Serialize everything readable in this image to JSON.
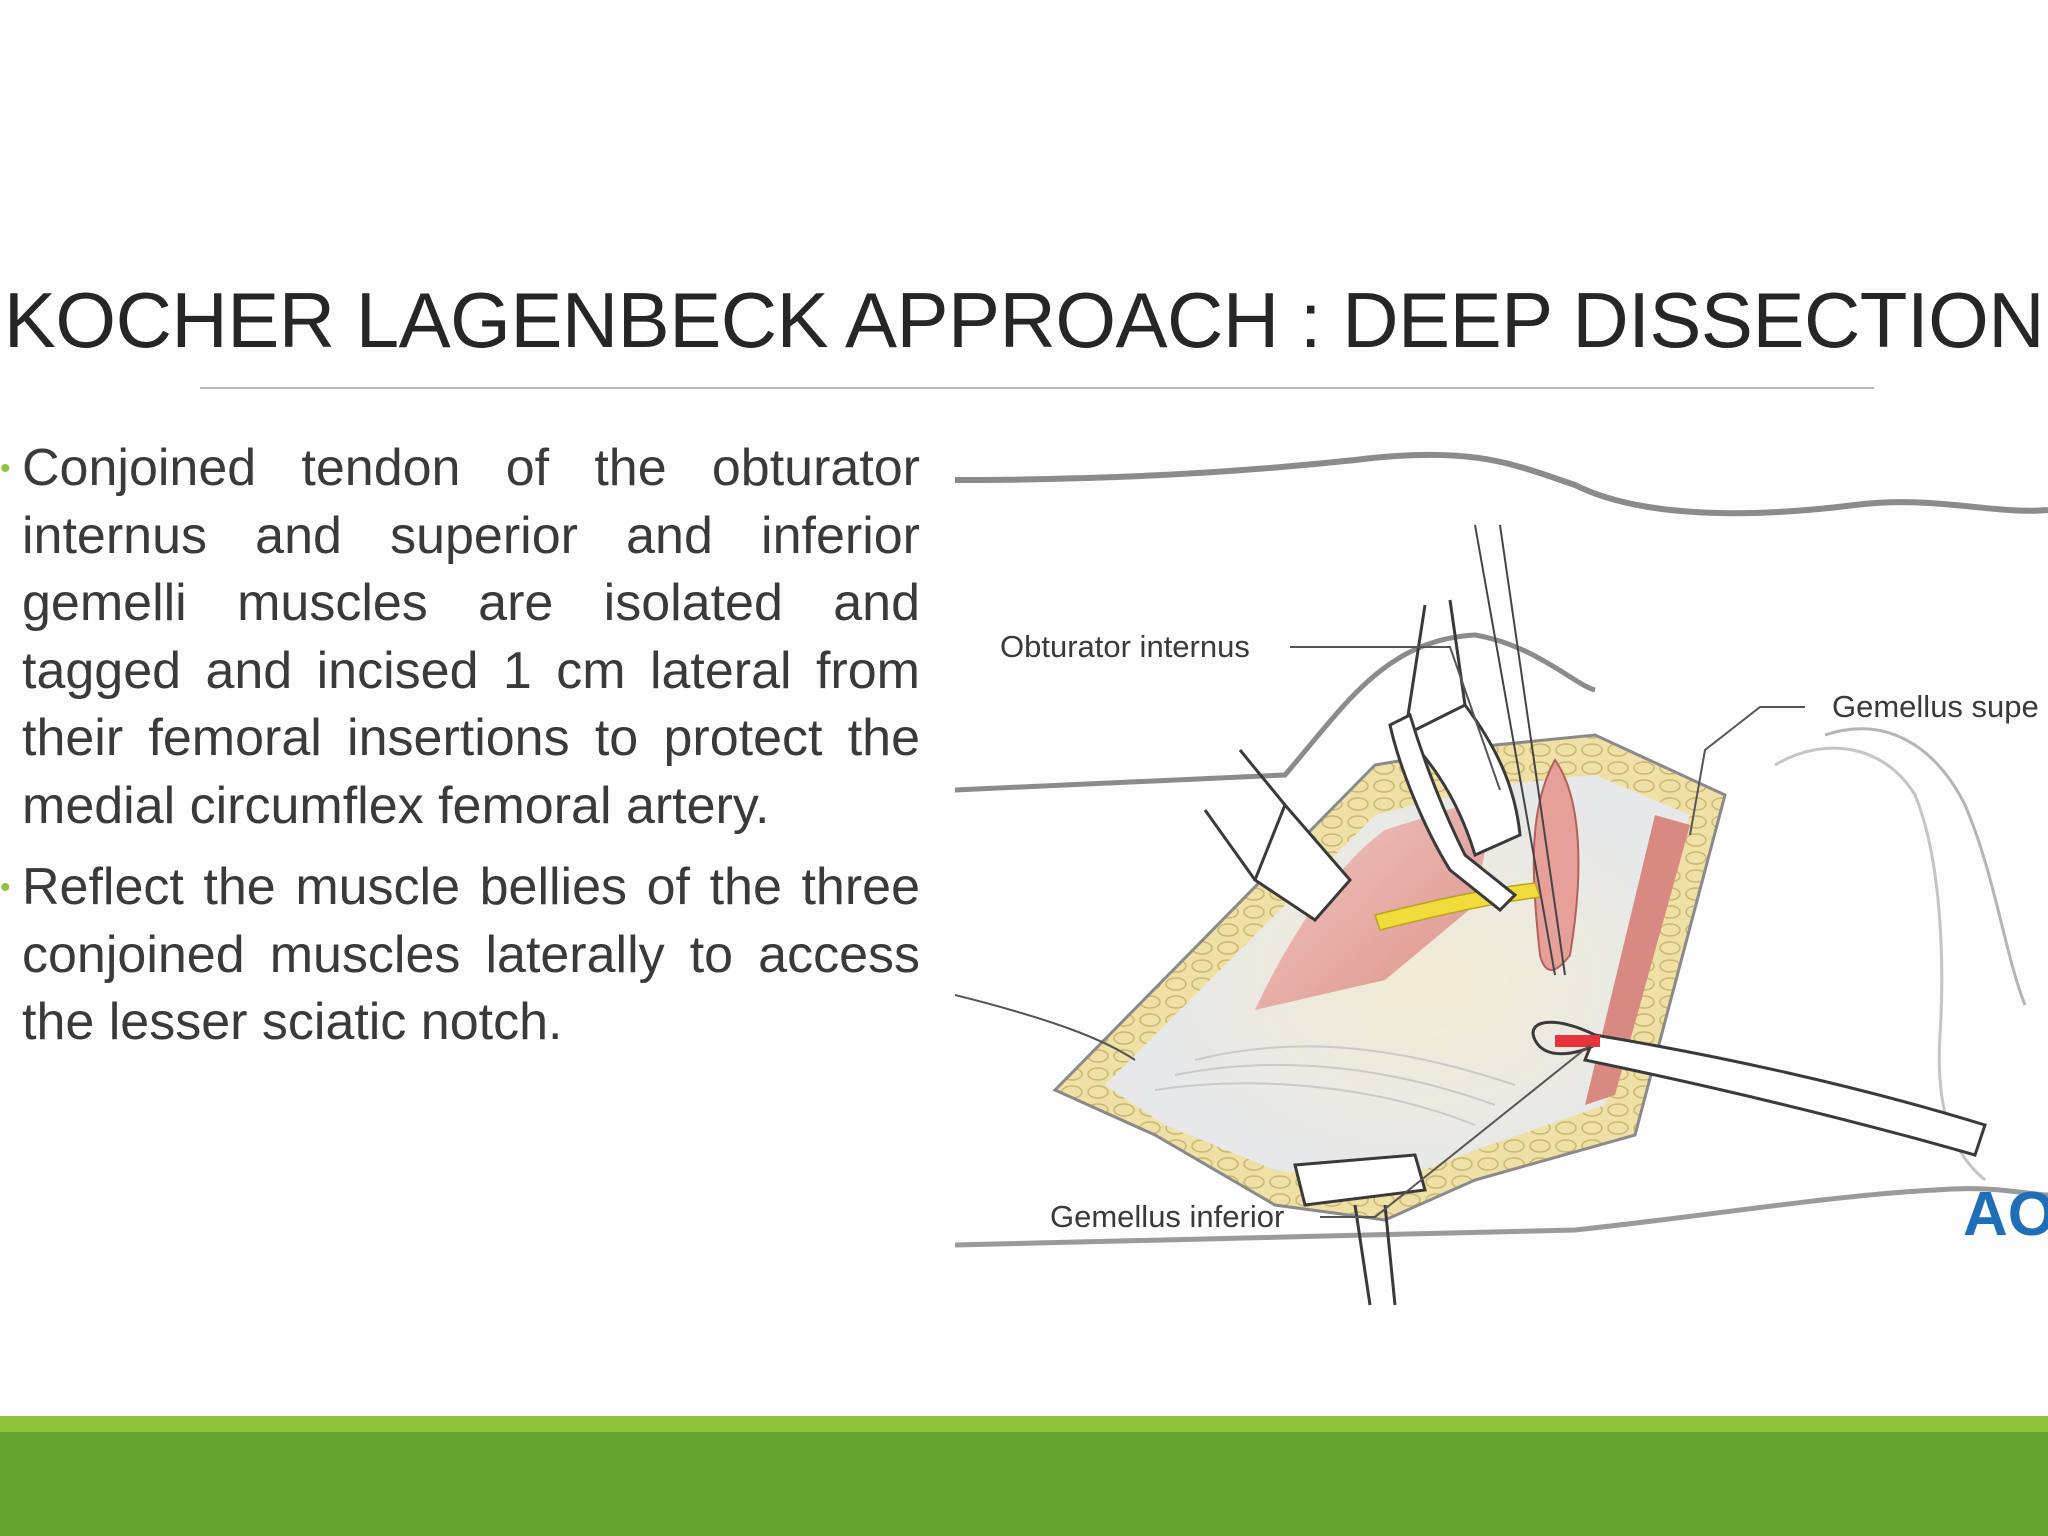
{
  "slide": {
    "title": "KOCHER LAGENBECK APPROACH : DEEP DISSECTION",
    "bullets": [
      "Conjoined tendon of the obturator internus and superior and inferior gemelli muscles are isolated and tagged and incised 1 cm lateral from their femoral insertions to protect the medial circumflex femoral artery.",
      "Reflect the muscle bellies of the three conjoined muscles laterally to access the lesser sciatic notch."
    ],
    "bullet_marker": "•",
    "figure": {
      "labels": {
        "obturator": "Obturator internus",
        "gemellus_superior": "Gemellus supe",
        "gemellus_inferior": "Gemellus inferior"
      },
      "logo": "AO"
    },
    "colors": {
      "accent_green": "#8fc43a",
      "footer_green": "#62a42f",
      "text": "#3a3a3a",
      "title": "#262626"
    }
  }
}
